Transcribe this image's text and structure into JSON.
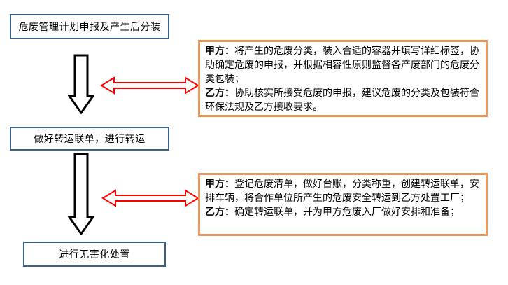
{
  "diagram": {
    "title_hint": "hazardous-waste-handling-flowchart",
    "flow_steps": [
      {
        "label": "危废管理计划申报及产生后分装"
      },
      {
        "label": "做好转运联单，进行转运"
      },
      {
        "label": "进行无害化处置"
      }
    ],
    "notes": [
      {
        "party_a_label": "甲方：",
        "party_a_text": "将产生的危废分类，装入合适的容器并填写详细标签，协助确定危废的申报，并根据相容性原则监督各产废部门的危废分类包装；",
        "party_b_label": "乙方：",
        "party_b_text": "协助核实所接受危废的申报，建议危废的分类及包装符合环保法规及乙方接收要求。"
      },
      {
        "party_a_label": "甲方：",
        "party_a_text": "登记危废清单，做好台账，分类称重，创建转运联单，安排车辆，将合作单位所产生的危废安全转运到乙方处置工厂；",
        "party_b_label": "乙方：",
        "party_b_text": "确定转运联单，并为甲方危废入厂做好安排和准备；"
      }
    ],
    "colors": {
      "flow_box_border": "#38618C",
      "note_box_border": "#F0995A",
      "connector_arrow": "#FF0000",
      "flow_arrow_outline": "#000000",
      "background": "#FFFFFF"
    }
  }
}
